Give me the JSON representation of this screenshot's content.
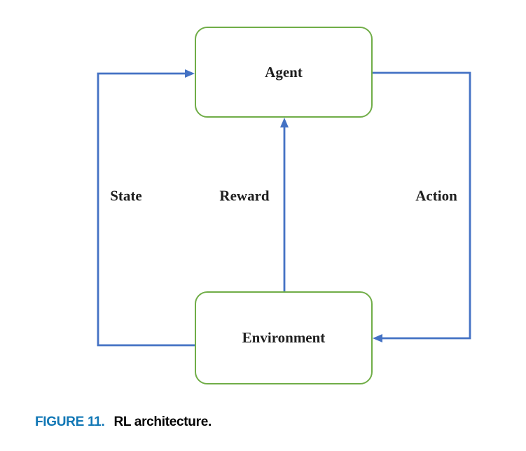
{
  "diagram": {
    "nodes": [
      {
        "id": "agent",
        "label": "Agent"
      },
      {
        "id": "environment",
        "label": "Environment"
      }
    ],
    "edges": [
      {
        "id": "state",
        "label": "State",
        "from": "environment",
        "to": "agent"
      },
      {
        "id": "reward",
        "label": "Reward",
        "from": "environment",
        "to": "agent"
      },
      {
        "id": "action",
        "label": "Action",
        "from": "agent",
        "to": "environment"
      }
    ],
    "colors": {
      "node_border": "#70AD47",
      "arrow": "#4472C4",
      "label_text": "#1f1f1f",
      "caption_accent": "#1177B5",
      "caption_text": "#000000"
    }
  },
  "caption": {
    "label": "FIGURE 11.",
    "text": "RL architecture."
  }
}
